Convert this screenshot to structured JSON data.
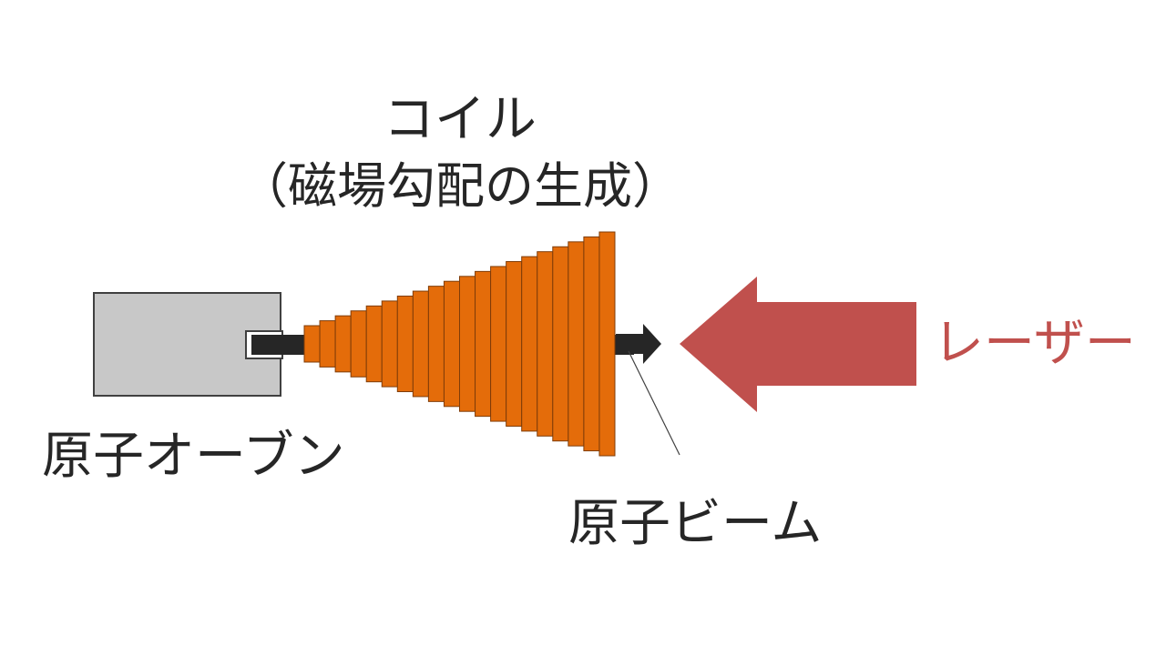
{
  "labels": {
    "coil_line1": "コイル",
    "coil_line2": "（磁場勾配の生成）",
    "oven": "原子オーブン",
    "beam": "原子ビーム",
    "laser": "レーザー"
  },
  "colors": {
    "text": "#262626",
    "oven_fill": "#c8c8c8",
    "oven_stroke": "#404040",
    "beam": "#262626",
    "coil_fill": "#e46c0a",
    "coil_stroke": "#7f3c08",
    "laser_arrow": "#c0504d",
    "laser_text": "#c0504d"
  }
}
